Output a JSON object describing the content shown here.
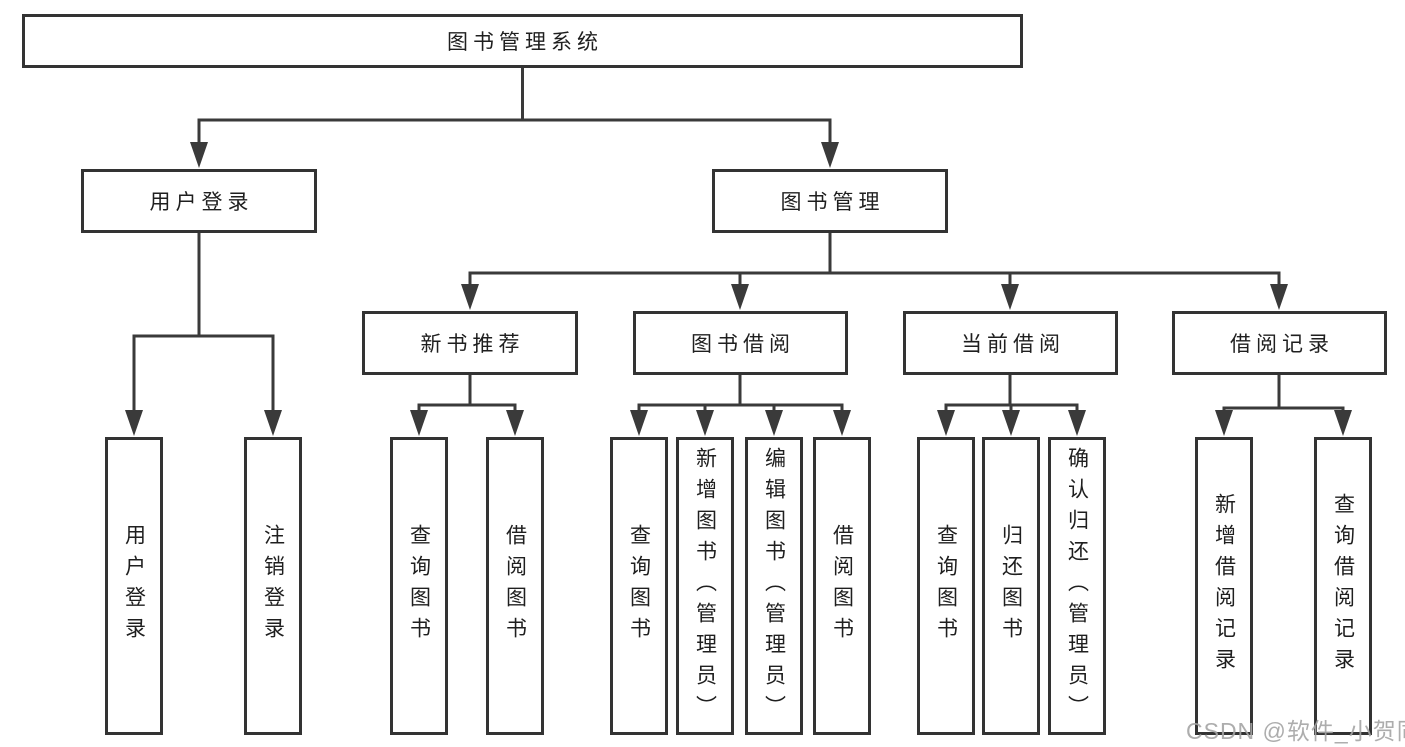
{
  "tree": {
    "root": "图书管理系统",
    "level2": [
      "用户登录",
      "图书管理"
    ],
    "level3": [
      "新书推荐",
      "图书借阅",
      "当前借阅",
      "借阅记录"
    ],
    "leaves": [
      "用户登录",
      "注销登录",
      "查询图书",
      "借阅图书",
      "查询图书",
      "新增图书（管理员）",
      "编辑图书（管理员）",
      "借阅图书",
      "查询图书",
      "归还图书",
      "确认归还（管理员）",
      "新增借阅记录",
      "查询借阅记录"
    ]
  },
  "watermark": "CSDN @软件_小贺同学",
  "colors": {
    "line": "#3a3a3a",
    "box_border": "#333333",
    "text": "#1f1f1f",
    "watermark_text": "#a4a4a4",
    "background": "#ffffff"
  }
}
